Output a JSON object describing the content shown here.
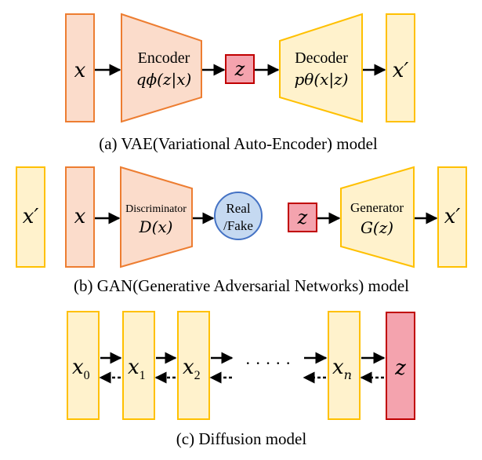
{
  "colors": {
    "orange_fill": "#FBDCCB",
    "orange_stroke": "#ED7D31",
    "yellow_fill": "#FFF2CC",
    "yellow_stroke": "#FFC000",
    "red_fill": "#F4A3AE",
    "red_stroke": "#C00000",
    "blue_fill": "#C5D9F1",
    "blue_stroke": "#4472C4"
  },
  "vae": {
    "input": "x",
    "encoder_label": "Encoder",
    "encoder_formula": "qϕ(z|x)",
    "latent": "z",
    "decoder_label": "Decoder",
    "decoder_formula": "pθ(x|z)",
    "output": "x′",
    "caption": "(a) VAE(Variational Auto-Encoder) model"
  },
  "gan": {
    "generated_sample": "x′",
    "real_sample": "x",
    "discriminator_label": "Discriminator",
    "discriminator_formula": "D(x)",
    "verdict_line1": "Real",
    "verdict_line2": "/Fake",
    "noise": "z",
    "generator_label": "Generator",
    "generator_formula": "G(z)",
    "output": "x′",
    "caption": "(b) GAN(Generative Adversarial Networks) model"
  },
  "diffusion": {
    "x0": "x",
    "x0_sub": "0",
    "x1": "x",
    "x1_sub": "1",
    "x2": "x",
    "x2_sub": "2",
    "ellipsis": "· · · · ·",
    "xn": "x",
    "xn_sub": "n",
    "noise": "z",
    "caption": "(c) Diffusion model"
  }
}
